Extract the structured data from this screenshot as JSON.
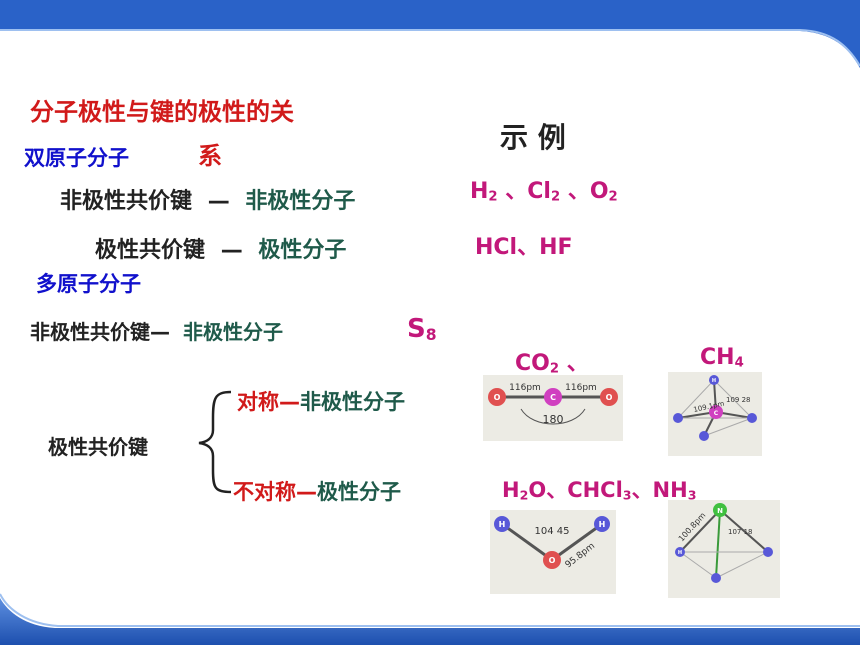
{
  "title": "分子极性与键的极性的关",
  "title_tail": "系",
  "examples_heading": "示 例",
  "diatomic": {
    "heading": "双原子分子",
    "row1_bond": "非极性共价键",
    "row1_dash": "—",
    "row1_result": "非极性分子",
    "row2_bond": "极性共价键",
    "row2_dash": "—",
    "row2_result": "极性分子",
    "ex_h": "H",
    "ex_h_sub": "2",
    "ex_sep1": " 、Cl",
    "ex_cl_sub": "2",
    "ex_sep2": " 、O",
    "ex_o_sub": "2",
    "ex2": "HCl、HF"
  },
  "polyatomic": {
    "heading": "多原子分子",
    "row1_bond": "非极性共价键—",
    "row1_result": "非极性分子",
    "s8_main": "S",
    "s8_sub": "8",
    "polar_bond": "极性共价键",
    "sym_label": "对称—",
    "sym_result": "非极性分子",
    "asym_label": "不对称—",
    "asym_result": "极性分子",
    "co2_main": "CO",
    "co2_sub": "2",
    "co2_sep": " 、",
    "ch4_main": "CH",
    "ch4_sub": "4",
    "polar_ex": {
      "h2o_a": "H",
      "h2o_sub": "2",
      "h2o_b": "O、CHCl",
      "chcl3_sub": "3",
      "chcl3_b": "、NH",
      "nh3_sub": "3"
    }
  },
  "models": {
    "co2": {
      "left_len": "116pm",
      "right_len": "116pm",
      "angle": "180",
      "atom_o": "O",
      "atom_c": "C"
    },
    "ch4": {
      "len": "109.1pm",
      "angle": "109 28",
      "atom_h": "H",
      "atom_c": "C"
    },
    "h2o": {
      "angle": "104 45",
      "len": "95.8pm",
      "atom_h": "H",
      "atom_o": "O"
    },
    "nh3": {
      "len": "100.8pm",
      "angle": "107 18",
      "atom_n": "N",
      "atom_h": "H"
    }
  },
  "colors": {
    "top_bar": "#2a62c8",
    "bottom_bar": "#2a62c8",
    "red": "#d11a1a",
    "blue": "#1111cc",
    "magenta": "#c2187a",
    "green": "#1f5a4a"
  }
}
